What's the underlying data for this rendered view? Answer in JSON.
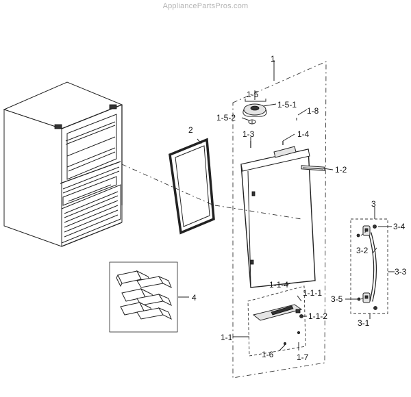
{
  "watermark": "AppliancePartsPros.com",
  "callouts": {
    "c1": "1",
    "c1_5": "1-5",
    "c1_5_1": "1-5-1",
    "c1_5_2": "1-5-2",
    "c1_8": "1-8",
    "c1_3": "1-3",
    "c1_4": "1-4",
    "c1_2": "1-2",
    "c2": "2",
    "c3": "3",
    "c3_4": "3-4",
    "c3_2": "3-2",
    "c3_3": "3-3",
    "c3_5": "3-5",
    "c3_1": "3-1",
    "c1_1_4": "1-1-4",
    "c1_1_1": "1-1-1",
    "c1_1_2": "1-1-2",
    "c1_1": "1-1",
    "c1_6": "1-6",
    "c1_7": "1-7",
    "c4": "4"
  },
  "colors": {
    "line": "#222222",
    "background": "#ffffff",
    "watermark": "#b5b5b5"
  }
}
